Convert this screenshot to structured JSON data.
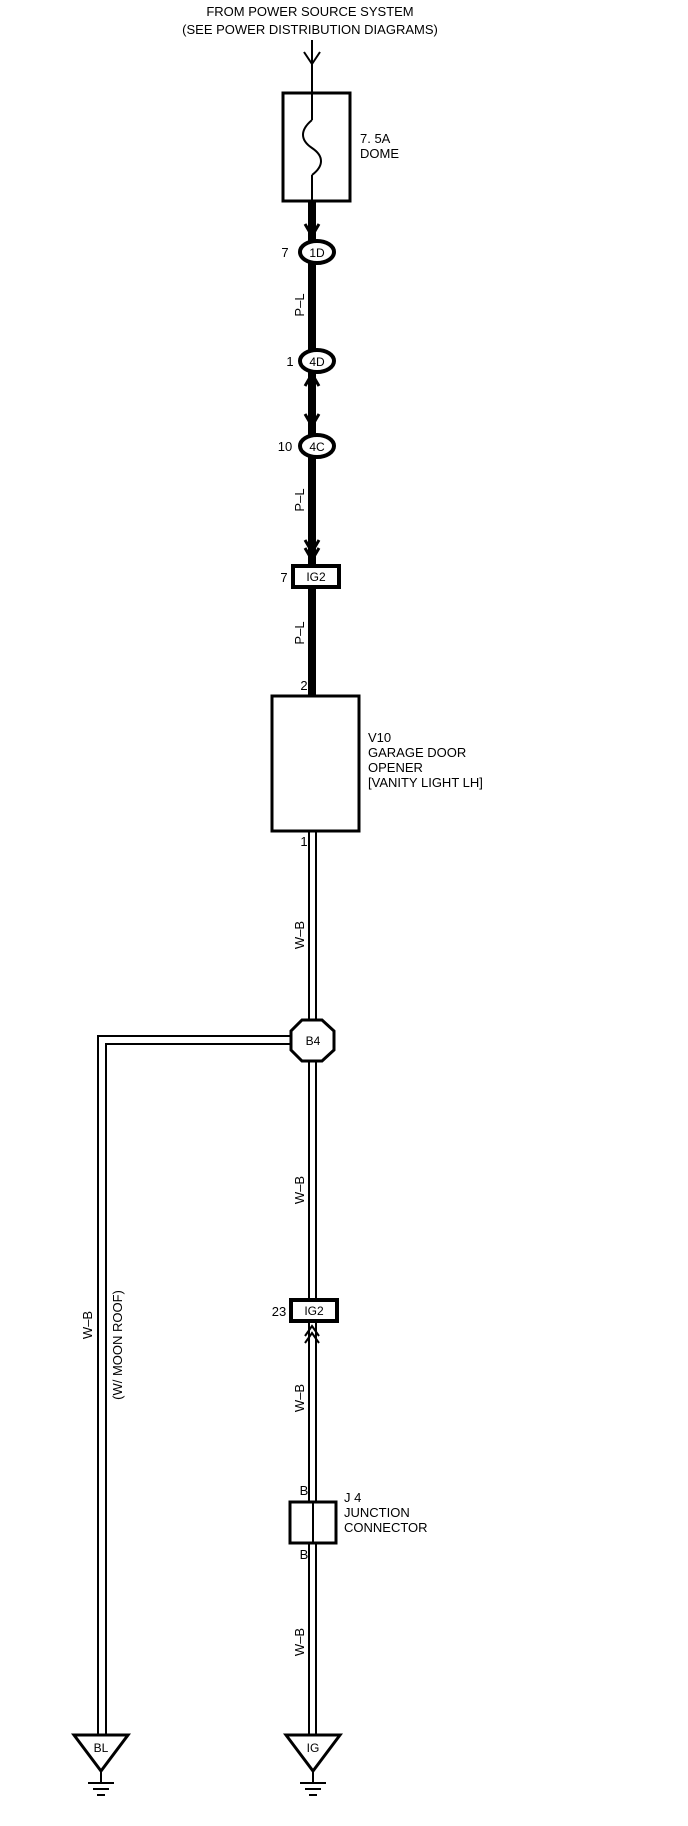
{
  "header": {
    "line1": "FROM POWER SOURCE SYSTEM",
    "line2": "(SEE POWER DISTRIBUTION DIAGRAMS)"
  },
  "fuse": {
    "rating": "7. 5A",
    "name": "DOME"
  },
  "connectors": {
    "c1d": {
      "label": "1D",
      "pin": "7"
    },
    "c4d": {
      "label": "4D",
      "pin": "1"
    },
    "c4c": {
      "label": "4C",
      "pin": "10"
    },
    "ig2_top": {
      "label": "IG2",
      "pin": "7"
    },
    "ig2_bottom": {
      "label": "IG2",
      "pin": "23"
    },
    "b4": {
      "label": "B4"
    }
  },
  "wires": {
    "pl1": "P–L",
    "pl2": "P–L",
    "pl3": "P–L",
    "wb1": "W–B",
    "wb2": "W–B",
    "wb3": "W–B",
    "wb4": "W–B",
    "left": "W–B",
    "left_note": "(W/ MOON ROOF)"
  },
  "component": {
    "id": "V10",
    "line1": "GARAGE DOOR",
    "line2": "OPENER",
    "line3": "[VANITY LIGHT LH]",
    "pin_top": "2",
    "pin_bottom": "1"
  },
  "junction": {
    "id": "J 4",
    "line1": "JUNCTION",
    "line2": "CONNECTOR",
    "pin_top": "B",
    "pin_bottom": "B"
  },
  "grounds": {
    "left": "BL",
    "right": "IG"
  }
}
